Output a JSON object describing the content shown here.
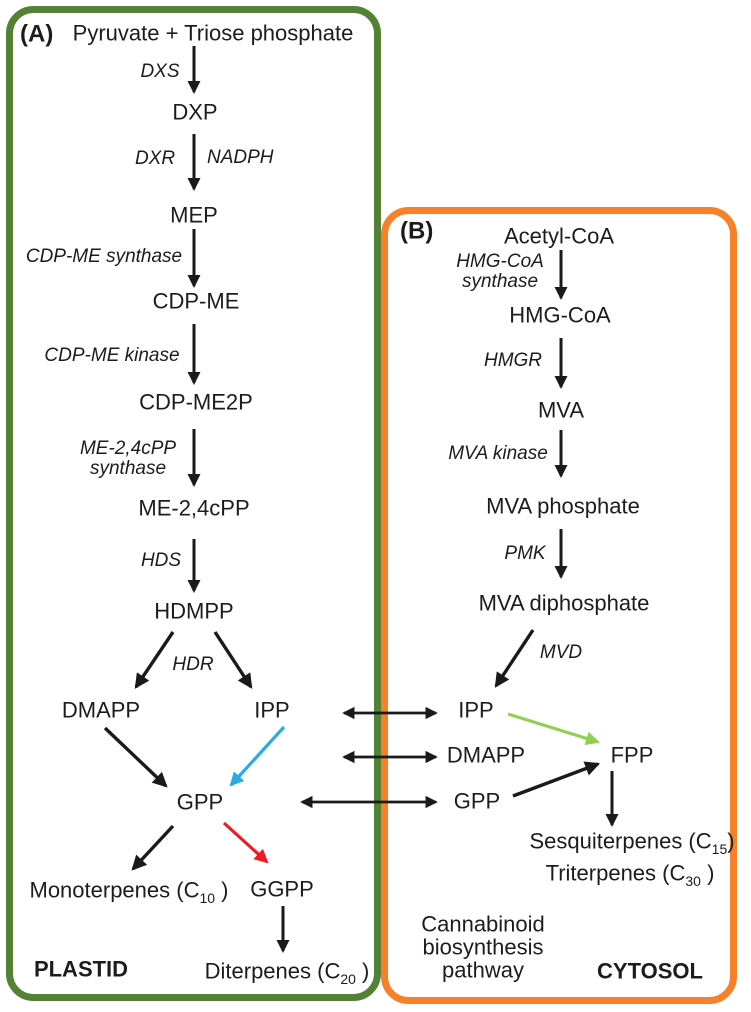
{
  "figure": {
    "panel_a_label": "(A)",
    "panel_b_label": "(B)",
    "plastid_label": "PLASTID",
    "cytosol_label": "CYTOSOL"
  },
  "plastid": {
    "nodes": {
      "substrates": "Pyruvate + Triose phosphate",
      "dxp": "DXP",
      "mep": "MEP",
      "cdp_me": "CDP-ME",
      "cdp_me2p": "CDP-ME2P",
      "me_24cpp": "ME-2,4cPP",
      "hdmpp": "HDMPP",
      "dmapp": "DMAPP",
      "ipp": "IPP",
      "gpp": "GPP",
      "ggpp": "GGPP"
    },
    "enzymes": {
      "dxs": "DXS",
      "dxr": "DXR",
      "nadph": "NADPH",
      "cdp_me_synthase": "CDP-ME synthase",
      "cdp_me_kinase": "CDP-ME kinase",
      "me_24cpp_synthase_l1": "ME-2,4cPP",
      "me_24cpp_synthase_l2": "synthase",
      "hds": "HDS",
      "hdr": "HDR"
    },
    "products": {
      "monoterpenes": {
        "text": "Monoterpenes (C",
        "sub": "10",
        "suffix": " )"
      },
      "diterpenes": {
        "text": "Diterpenes (C",
        "sub": "20",
        "suffix": " )"
      }
    }
  },
  "cytosol": {
    "nodes": {
      "acetyl_coa": "Acetyl-CoA",
      "hmg_coa": "HMG-CoA",
      "mva": "MVA",
      "mva_phosphate": "MVA phosphate",
      "mva_diphosphate": "MVA diphosphate",
      "ipp": "IPP",
      "dmapp": "DMAPP",
      "gpp": "GPP",
      "fpp": "FPP"
    },
    "enzymes": {
      "hmg_coa_synthase_l1": "HMG-CoA",
      "hmg_coa_synthase_l2": "synthase",
      "hmgr": "HMGR",
      "mva_kinase": "MVA kinase",
      "pmk": "PMK",
      "mvd": "MVD"
    },
    "products": {
      "sesquiterpenes": {
        "text": "Sesquiterpenes (C",
        "sub": "15",
        "suffix": ")"
      },
      "triterpenes": {
        "text": "Triterpenes (C",
        "sub": "30",
        "suffix": " )"
      }
    },
    "annotation": {
      "l1": "Cannabinoid",
      "l2": "biosynthesis",
      "l3": "pathway"
    }
  },
  "colors": {
    "plastid_border": "#538135",
    "cytosol_border": "#f5822a",
    "arrow_black": "#1a1a1a",
    "arrow_blue": "#29abe2",
    "arrow_red": "#ed1c24",
    "arrow_green": "#92d050"
  },
  "edges": [
    {
      "from": "Pyruvate + Triose phosphate",
      "to": "DXP",
      "enzyme": "DXS",
      "color": "black"
    },
    {
      "from": "DXP",
      "to": "MEP",
      "enzyme": "DXR",
      "cofactor": "NADPH",
      "color": "black"
    },
    {
      "from": "MEP",
      "to": "CDP-ME",
      "enzyme": "CDP-ME synthase",
      "color": "black"
    },
    {
      "from": "CDP-ME",
      "to": "CDP-ME2P",
      "enzyme": "CDP-ME kinase",
      "color": "black"
    },
    {
      "from": "CDP-ME2P",
      "to": "ME-2,4cPP",
      "enzyme": "ME-2,4cPP synthase",
      "color": "black"
    },
    {
      "from": "ME-2,4cPP",
      "to": "HDMPP",
      "enzyme": "HDS",
      "color": "black"
    },
    {
      "from": "HDMPP",
      "to": "DMAPP (plastid)",
      "enzyme": "HDR",
      "color": "black"
    },
    {
      "from": "HDMPP",
      "to": "IPP (plastid)",
      "enzyme": "HDR",
      "color": "black"
    },
    {
      "from": "DMAPP (plastid)",
      "to": "GPP (plastid)",
      "color": "black"
    },
    {
      "from": "IPP (plastid)",
      "to": "GPP (plastid)",
      "color": "blue"
    },
    {
      "from": "GPP (plastid)",
      "to": "Monoterpenes (C10)",
      "color": "black"
    },
    {
      "from": "GPP (plastid)",
      "to": "GGPP",
      "color": "red"
    },
    {
      "from": "GGPP",
      "to": "Diterpenes (C20)",
      "color": "black"
    },
    {
      "from": "IPP (plastid)",
      "to": "IPP (cytosol)",
      "bidirectional": true,
      "color": "black"
    },
    {
      "from": "plastid",
      "to": "DMAPP (cytosol)",
      "bidirectional": true,
      "color": "black"
    },
    {
      "from": "GPP (plastid)",
      "to": "GPP (cytosol)",
      "bidirectional": true,
      "color": "black"
    },
    {
      "from": "Acetyl-CoA",
      "to": "HMG-CoA",
      "enzyme": "HMG-CoA synthase",
      "color": "black"
    },
    {
      "from": "HMG-CoA",
      "to": "MVA",
      "enzyme": "HMGR",
      "color": "black"
    },
    {
      "from": "MVA",
      "to": "MVA phosphate",
      "enzyme": "MVA kinase",
      "color": "black"
    },
    {
      "from": "MVA phosphate",
      "to": "MVA diphosphate",
      "enzyme": "PMK",
      "color": "black"
    },
    {
      "from": "MVA diphosphate",
      "to": "IPP (cytosol)",
      "enzyme": "MVD",
      "color": "black"
    },
    {
      "from": "IPP (cytosol)",
      "to": "FPP",
      "color": "green"
    },
    {
      "from": "GPP (cytosol)",
      "to": "FPP",
      "color": "black"
    },
    {
      "from": "FPP",
      "to": "Sesquiterpenes (C15) / Triterpenes (C30)",
      "color": "black"
    }
  ]
}
